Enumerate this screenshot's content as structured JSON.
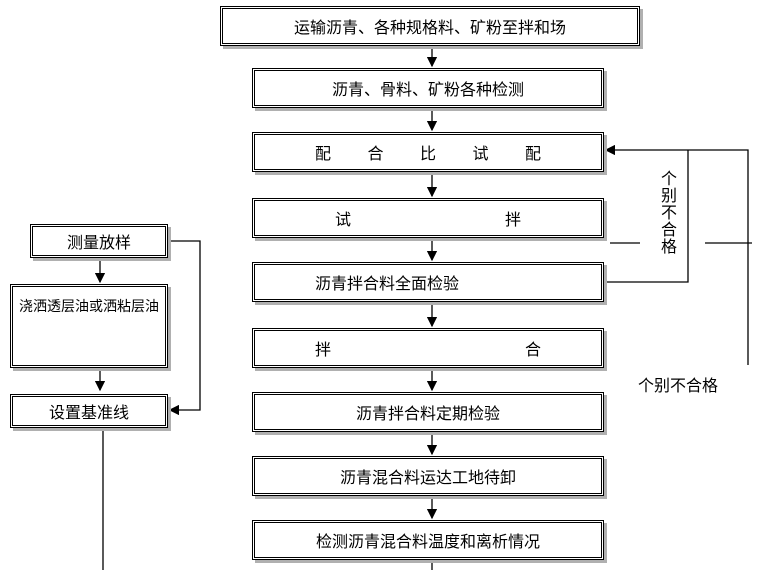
{
  "main_steps": [
    "运输沥青、各种规格料、矿粉至拌和场",
    "沥青、骨料、矿粉各种检测",
    "配 合 比 试 配",
    "试 拌",
    "沥青拌合料全面检验",
    "拌 合",
    "沥青拌合料定期检验",
    "沥青混合料运达工地待卸",
    "检测沥青混合料温度和离析情况"
  ],
  "side_steps": [
    "测量放样",
    "浇洒透层油或洒粘层油",
    "设置基准线"
  ],
  "spread_labels": {
    "trial_mix": [
      "试",
      "拌"
    ],
    "mixing": [
      "拌",
      "合"
    ],
    "ratio": [
      "配",
      "合",
      "比",
      "试",
      "配"
    ]
  },
  "feedback": {
    "inner_label": "个别不合格",
    "outer_label": "个别不合格"
  }
}
